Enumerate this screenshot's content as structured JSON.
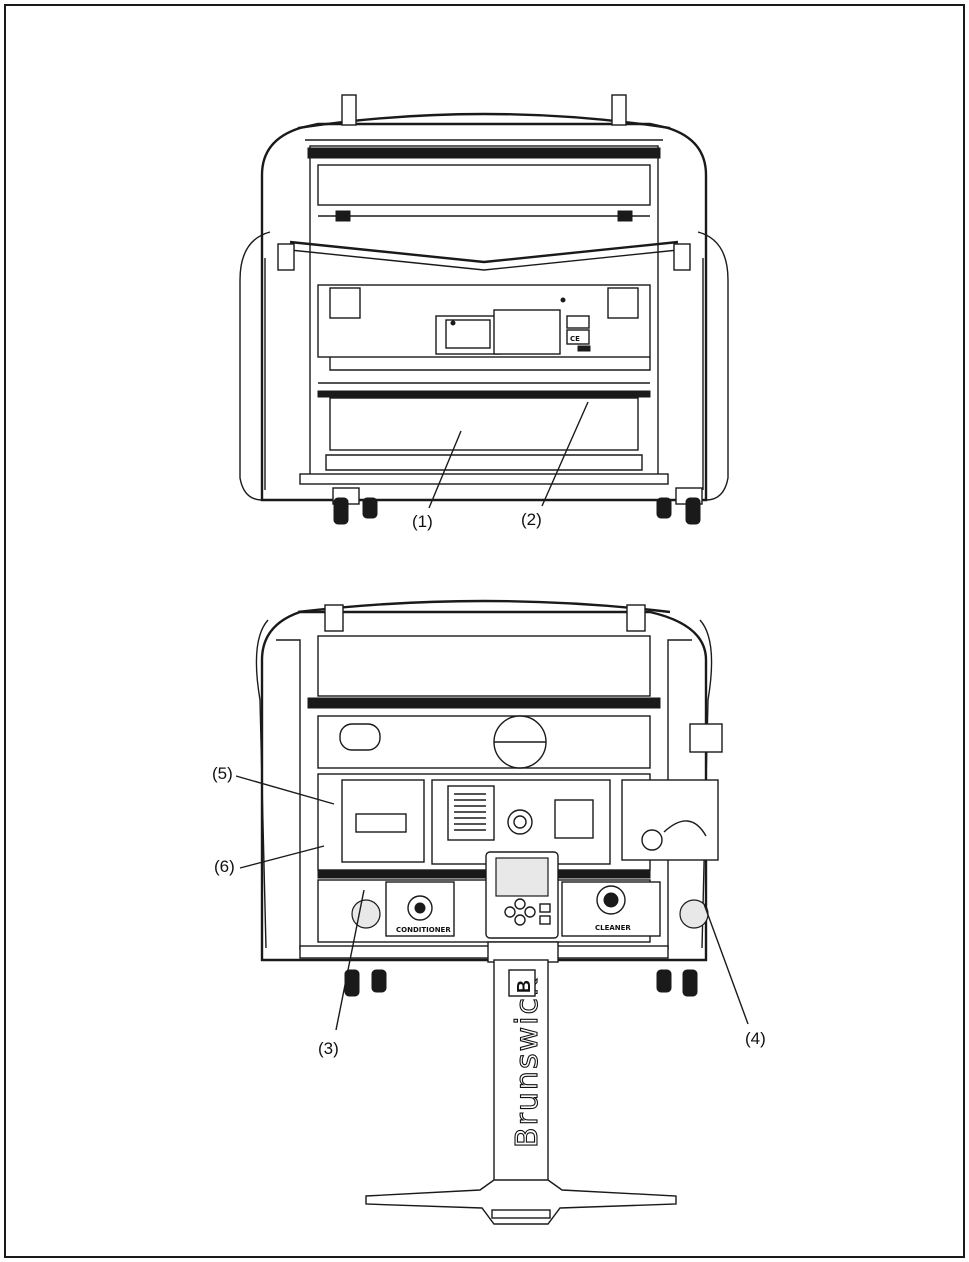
{
  "callouts": {
    "c1": "(1)",
    "c2": "(2)",
    "c3": "(3)",
    "c4": "(4)",
    "c5": "(5)",
    "c6": "(6)"
  },
  "labels": {
    "brand": "Brunswick",
    "brand_mark": "B",
    "ce_mark": "CE",
    "conditioner": "CONDITIONER",
    "cleaner": "CLEANER"
  }
}
